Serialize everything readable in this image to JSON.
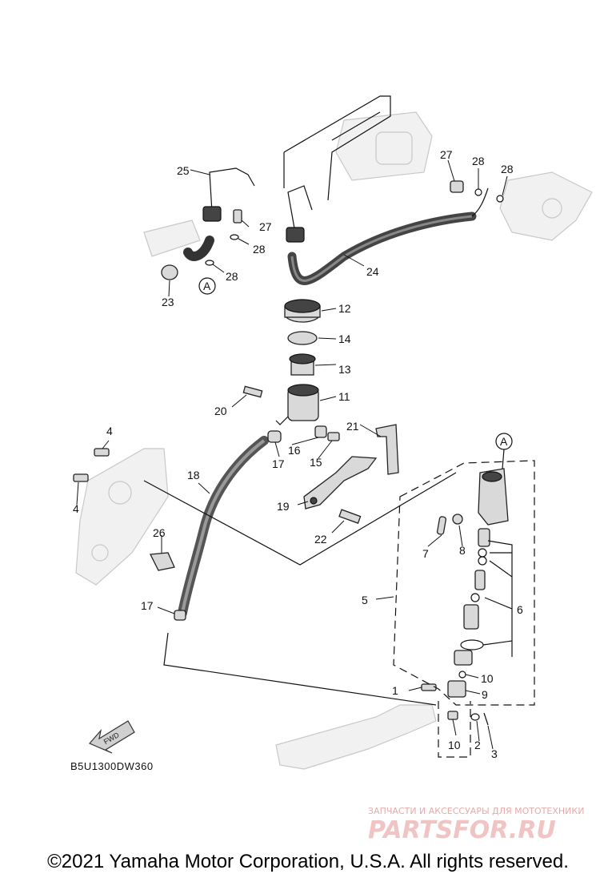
{
  "diagram": {
    "callouts": [
      "1",
      "2",
      "3",
      "4",
      "4",
      "5",
      "6",
      "7",
      "8",
      "9",
      "10",
      "10",
      "11",
      "12",
      "13",
      "14",
      "15",
      "16",
      "17",
      "17",
      "18",
      "19",
      "20",
      "21",
      "22",
      "23",
      "24",
      "25",
      "26",
      "27",
      "27",
      "28",
      "28",
      "28"
    ],
    "ref_markers": [
      "A",
      "A"
    ],
    "diagram_code": "B5U1300DW360",
    "direction_label": "FWD",
    "copyright": "©2021 Yamaha Motor Corporation, U.S.A. All rights reserved.",
    "watermark": {
      "tagline": "ЗАПЧАСТИ И АКСЕССУАРЫ ДЛЯ МОТОТЕХНИКИ",
      "brand": "PARTSFOR.RU"
    }
  }
}
